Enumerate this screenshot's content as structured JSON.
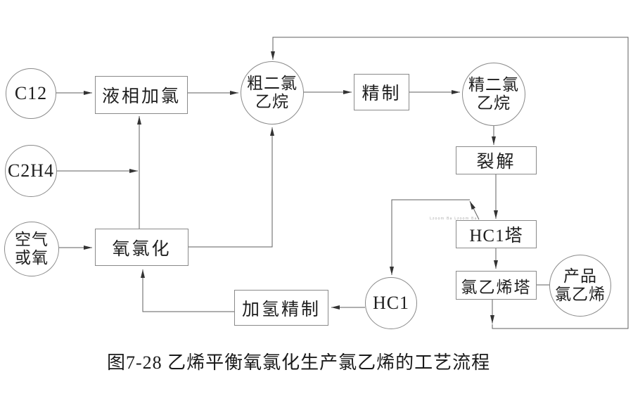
{
  "diagram": {
    "caption": "图7-28 乙烯平衡氧氯化生产氯乙烯的工艺流程",
    "watermark": "Lzoom Ba Lzoom Ba",
    "nodes": {
      "cl2": {
        "label": "C12"
      },
      "c2h4": {
        "label": "C2H4"
      },
      "air_or_oxygen": {
        "line1": "空气",
        "line2": "或氧"
      },
      "crude_dichloroethane": {
        "line1": "粗二氯",
        "line2": "乙烷"
      },
      "refined_dichloroethane": {
        "line1": "精二氯",
        "line2": "乙烷"
      },
      "hcl": {
        "label": "HC1"
      },
      "product_vinyl_chloride": {
        "line1": "产品",
        "line2": "氯乙烯"
      }
    },
    "processes": {
      "liquid_phase_chlorination": "液相加氯",
      "refining": "精制",
      "cracking": "裂解",
      "hcl_tower": "HC1塔",
      "vinyl_chloride_tower": "氯乙烯塔",
      "oxychlorination": "氧氯化",
      "hydrogenation_refining": "加氢精制"
    },
    "colors": {
      "connector": "#5f5f5f",
      "shape_border": "#8a8a8a",
      "arrowhead": "#333333",
      "background": "#ffffff"
    }
  }
}
